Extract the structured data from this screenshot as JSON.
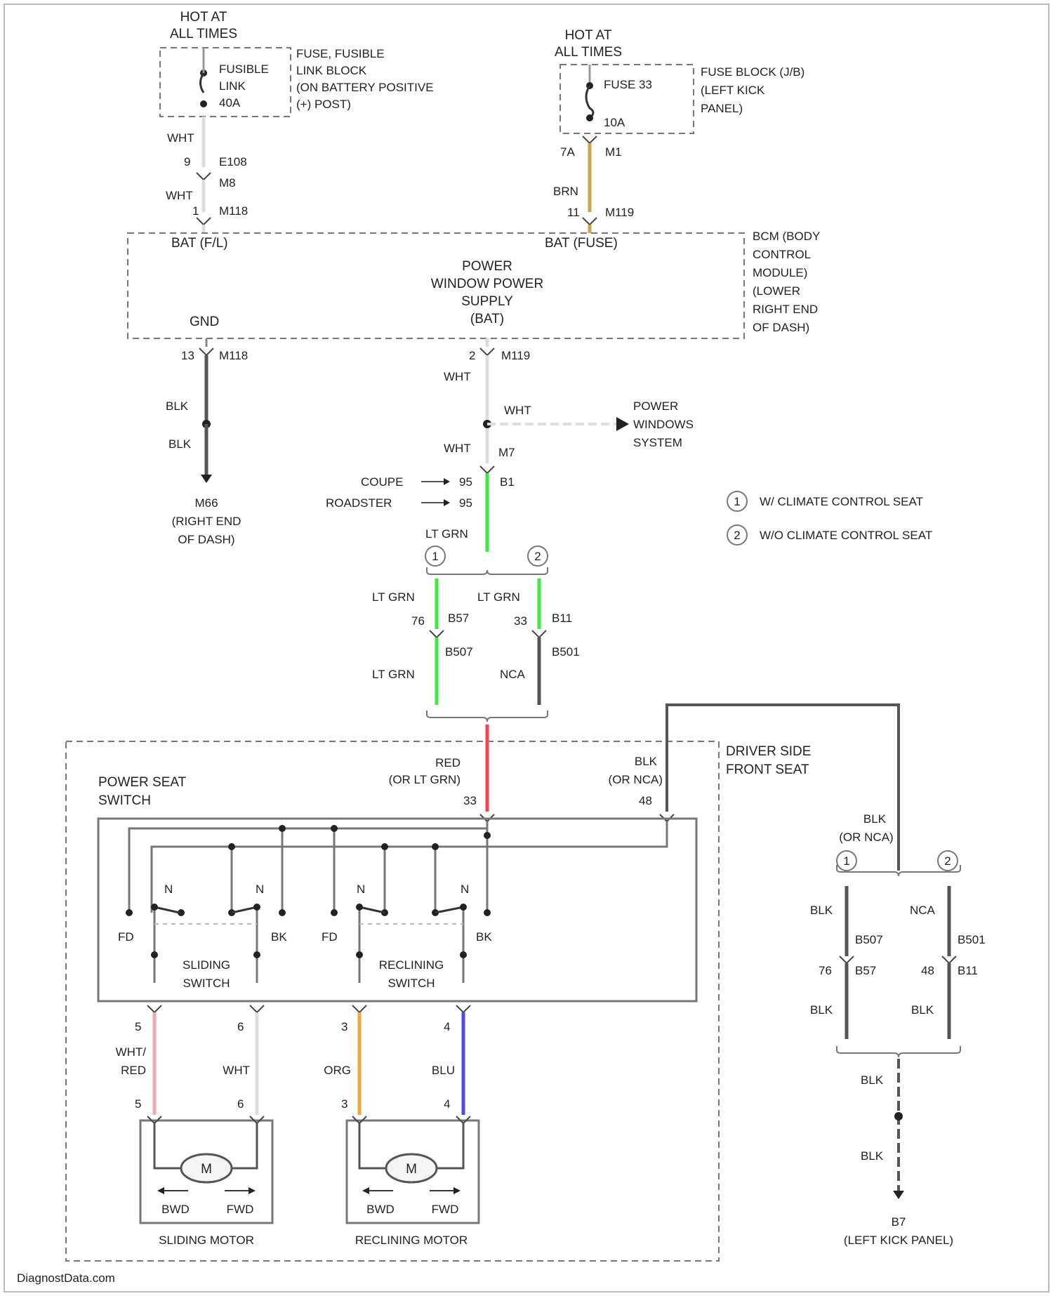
{
  "top_left": {
    "hot_at": [
      "HOT AT",
      "ALL TIMES"
    ],
    "fusible_link": [
      "FUSIBLE",
      "LINK",
      "40A"
    ],
    "fuse_block_label": [
      "FUSE, FUSIBLE",
      "LINK BLOCK",
      "(ON BATTERY POSITIVE",
      "(+) POST)"
    ]
  },
  "top_right": {
    "hot_at": [
      "HOT AT",
      "ALL TIMES"
    ],
    "fuse_name": "FUSE 33",
    "fuse_rating": "10A",
    "fuse_block_label": [
      "FUSE BLOCK (J/B)",
      "(LEFT KICK",
      "PANEL)"
    ]
  },
  "left_chain": {
    "wire1": "WHT",
    "pin1": "9",
    "conn1": "E108",
    "conn_mid": "M8",
    "wire2": "WHT",
    "pin2": "1",
    "conn2": "M118"
  },
  "right_chain": {
    "pin1": "7A",
    "conn1": "M1",
    "wire": "BRN",
    "pin2": "11",
    "conn2": "M119"
  },
  "bcm": {
    "bat_fl": "BAT (F/L)",
    "bat_fuse": "BAT (FUSE)",
    "center_label": [
      "POWER",
      "WINDOW POWER",
      "SUPPLY",
      "(BAT)"
    ],
    "gnd": "GND",
    "side_label": [
      "BCM (BODY",
      "CONTROL",
      "MODULE)",
      "(LOWER",
      "RIGHT END",
      "OF DASH)"
    ]
  },
  "ground_chain": {
    "pin": "13",
    "conn": "M118",
    "wire1": "BLK",
    "wire2": "BLK",
    "ground_id": "M66",
    "ground_label": [
      "(RIGHT END",
      "OF DASH)"
    ]
  },
  "supply_chain": {
    "pin": "2",
    "conn": "M119",
    "wire1": "WHT",
    "wire_branch": "WHT",
    "branch_target": [
      "POWER",
      "WINDOWS",
      "SYSTEM"
    ],
    "wire2": "WHT",
    "conn_m7": "M7",
    "coupe": "COUPE",
    "coupe_pin": "95",
    "roadster": "ROADSTER",
    "roadster_pin": "95",
    "conn_b1": "B1",
    "wire3": "LT GRN"
  },
  "legend": [
    {
      "num": "1",
      "text": "W/ CLIMATE CONTROL SEAT"
    },
    {
      "num": "2",
      "text": "W/O CLIMATE CONTROL SEAT"
    }
  ],
  "options": {
    "opt1": "1",
    "opt2": "2",
    "left_wire_top": "LT GRN",
    "left_pin": "76",
    "left_conn_a": "B57",
    "left_conn_b": "B507",
    "left_wire_bottom": "LT GRN",
    "right_wire_top": "LT GRN",
    "right_pin": "33",
    "right_conn_a": "B11",
    "right_conn_b": "B501",
    "right_wire_bottom": "NCA"
  },
  "seat": {
    "section_label": [
      "DRIVER SIDE",
      "FRONT SEAT"
    ],
    "switch_label": [
      "POWER SEAT",
      "SWITCH"
    ],
    "red_wire": [
      "RED",
      "(OR LT GRN)"
    ],
    "red_pin": "33",
    "blk_wire": [
      "BLK",
      "(OR NCA)"
    ],
    "blk_pin": "48",
    "n_label": "N",
    "fd": "FD",
    "bk": "BK",
    "sliding_switch": [
      "SLIDING",
      "SWITCH"
    ],
    "reclining_switch": [
      "RECLINING",
      "SWITCH"
    ]
  },
  "motors": {
    "pin5": "5",
    "pin6": "6",
    "pin3": "3",
    "pin4": "4",
    "wire5": [
      "WHT/",
      "RED"
    ],
    "wire6": "WHT",
    "wire3": "ORG",
    "wire4": "BLU",
    "motor_m": "M",
    "bwd": "BWD",
    "fwd": "FWD",
    "sliding_motor": "SLIDING MOTOR",
    "reclining_motor": "RECLINING MOTOR"
  },
  "ground_right": {
    "top_wire": [
      "BLK",
      "(OR NCA)"
    ],
    "opt1": "1",
    "opt2": "2",
    "left_wire_top": "BLK",
    "left_conn_a": "B507",
    "left_pin": "76",
    "left_conn_b": "B57",
    "left_wire_bottom": "BLK",
    "right_wire_top": "NCA",
    "right_conn_a": "B501",
    "right_pin": "48",
    "right_conn_b": "B11",
    "right_wire_bottom": "BLK",
    "wire1": "BLK",
    "wire2": "BLK",
    "ground_id": "B7",
    "ground_label": "(LEFT KICK PANEL)"
  },
  "watermark": "DiagnostData.com",
  "colors": {
    "wire_brn": "#c9a44c",
    "wire_ltgrn": "#3ee83e",
    "wire_red": "#ee4455",
    "wire_whtred": "#f2a6ad",
    "wire_org": "#f3a63b",
    "wire_blu": "#4b4bf0",
    "wire_blk": "#555555",
    "wire_wht": "#dddddd"
  }
}
